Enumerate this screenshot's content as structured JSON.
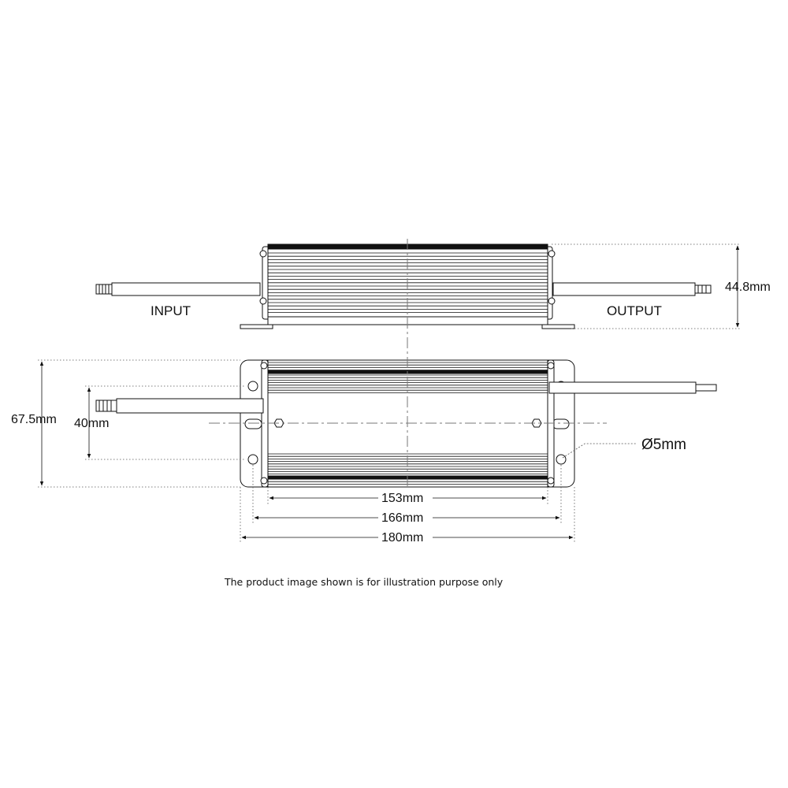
{
  "labels": {
    "input": "INPUT",
    "output": "OUTPUT",
    "height": "44.8mm",
    "width": "67.5mm",
    "cable_spacing": "40mm",
    "hole_diameter": "Ø5mm",
    "length_body": "153mm",
    "length_holes": "166mm",
    "length_total": "180mm"
  },
  "note": "The product image shown is for illustration purpose only",
  "colors": {
    "line": "#111111",
    "dimension": "#555555",
    "background": "#ffffff"
  }
}
